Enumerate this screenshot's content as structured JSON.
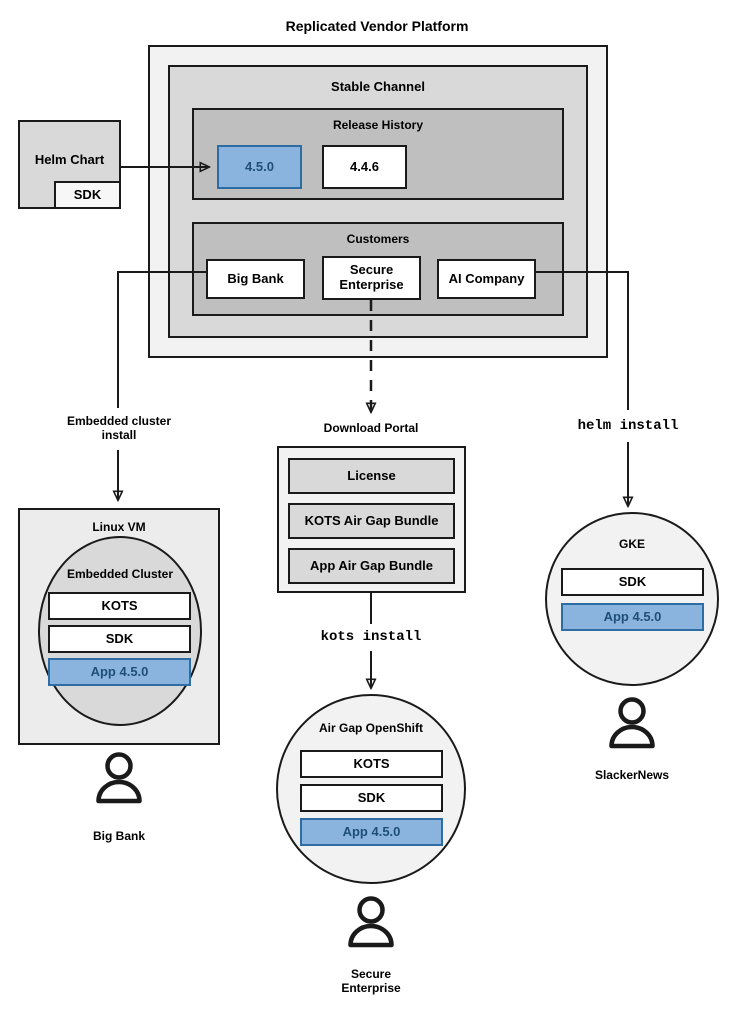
{
  "diagram": {
    "title": "Replicated Vendor Platform",
    "platform": {
      "stable_channel": {
        "label": "Stable Channel",
        "release_history": {
          "label": "Release History",
          "releases": [
            {
              "version": "4.5.0",
              "highlighted": true
            },
            {
              "version": "4.4.6",
              "highlighted": false
            }
          ]
        },
        "customers": {
          "label": "Customers",
          "items": [
            {
              "name": "Big Bank"
            },
            {
              "name": "Secure\nEnterprise",
              "line1": "Secure",
              "line2": "Enterprise"
            },
            {
              "name": "AI Company"
            }
          ]
        }
      }
    },
    "helm_chart": {
      "label": "Helm Chart",
      "sdk_label": "SDK"
    },
    "edges": [
      {
        "id": "helm-to-release",
        "label": "",
        "style": "solid"
      },
      {
        "id": "bigbank-to-embedded",
        "label": "Embedded cluster install",
        "line1": "Embedded cluster",
        "line2": "install",
        "style": "solid"
      },
      {
        "id": "secure-to-portal",
        "label": "",
        "style": "dashed"
      },
      {
        "id": "portal-to-airgap",
        "label": "kots install",
        "style": "solid",
        "mono": true
      },
      {
        "id": "ai-to-gke",
        "label": "helm install",
        "style": "solid",
        "mono": true
      }
    ],
    "targets": [
      {
        "id": "linux-vm",
        "label": "Linux VM",
        "shape": "rect",
        "inner": {
          "label": "Embedded Cluster",
          "shape": "circle",
          "components": [
            {
              "label": "KOTS",
              "highlighted": false
            },
            {
              "label": "SDK",
              "highlighted": false
            },
            {
              "label": "App 4.5.0",
              "highlighted": true
            }
          ]
        },
        "customer": "Big Bank"
      },
      {
        "id": "air-gap-openshift",
        "label": "Air Gap OpenShift",
        "shape": "circle",
        "components": [
          {
            "label": "KOTS",
            "highlighted": false
          },
          {
            "label": "SDK",
            "highlighted": false
          },
          {
            "label": "App 4.5.0",
            "highlighted": true
          }
        ],
        "customer_line1": "Secure",
        "customer_line2": "Enterprise"
      },
      {
        "id": "gke",
        "label": "GKE",
        "shape": "circle",
        "components": [
          {
            "label": "SDK",
            "highlighted": false
          },
          {
            "label": "App 4.5.0",
            "highlighted": true
          }
        ],
        "customer": "SlackerNews"
      }
    ],
    "download_portal": {
      "label": "Download Portal",
      "artifacts": [
        {
          "label": "License"
        },
        {
          "label": "KOTS Air Gap Bundle"
        },
        {
          "label": "App Air Gap Bundle"
        }
      ]
    },
    "colors": {
      "highlight_fill": "#8ab4de",
      "highlight_border": "#2e6da4",
      "highlight_text": "#1f4e79",
      "stroke": "#1a1a1a",
      "layer1": "#f2f2f2",
      "layer2": "#d9d9d9",
      "layer3": "#bfbfbf"
    }
  }
}
